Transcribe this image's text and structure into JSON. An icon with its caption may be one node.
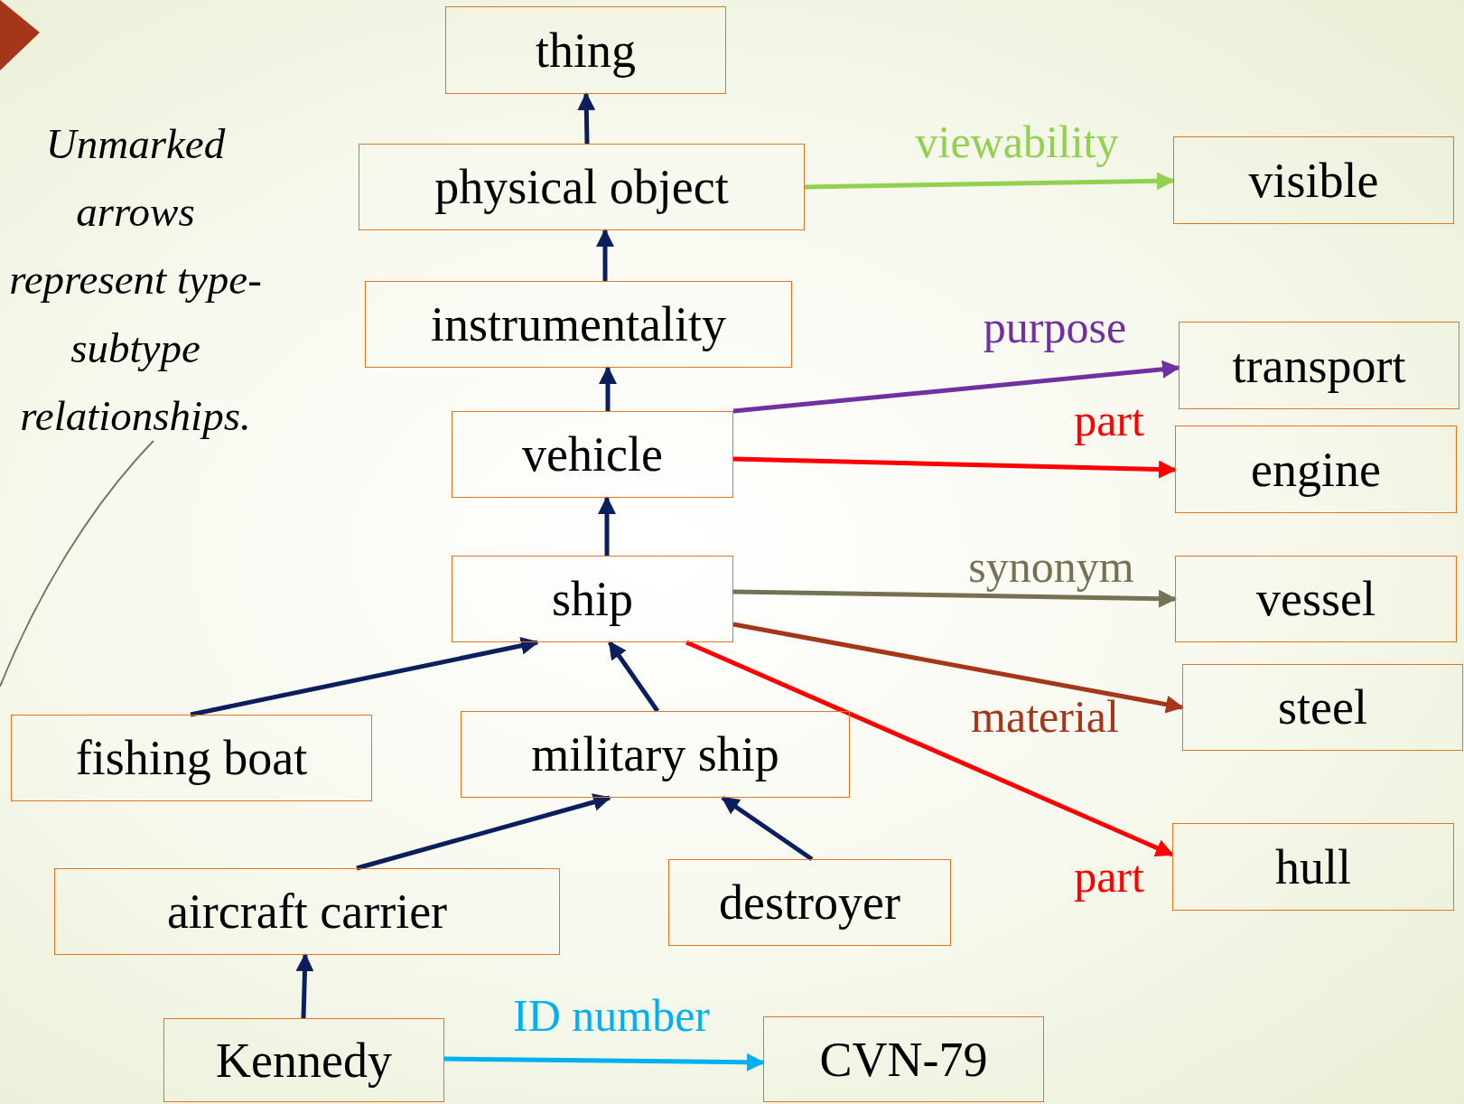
{
  "diagram": {
    "nodes": [
      {
        "text": [
          "thing"
        ]
      },
      {
        "text": [
          "physical object"
        ]
      },
      {
        "text": [
          "visible"
        ]
      },
      {
        "text": [
          "instrumentality"
        ]
      },
      {
        "text": [
          "transport"
        ]
      },
      {
        "text": [
          "vehicle"
        ]
      },
      {
        "text": [
          "engine"
        ]
      },
      {
        "text": [
          "ship"
        ]
      },
      {
        "text": [
          "vessel"
        ]
      },
      {
        "text": [
          "steel"
        ]
      },
      {
        "text": [
          "fishing boat"
        ]
      },
      {
        "text": [
          "military ship"
        ]
      },
      {
        "text": [
          "hull"
        ]
      },
      {
        "text": [
          "aircraft carrier"
        ]
      },
      {
        "text": [
          "destroyer"
        ]
      },
      {
        "text": [
          "Kennedy"
        ]
      },
      {
        "text": [
          "CVN-79"
        ]
      }
    ],
    "edges": [
      {
        "from": 1,
        "to": 0,
        "arrow": "to"
      },
      {
        "from": 1,
        "to": 2,
        "arrow": "to",
        "label": "viewability",
        "color": "#92d050"
      },
      {
        "from": 3,
        "to": 1,
        "arrow": "to"
      },
      {
        "from": 5,
        "to": 3,
        "arrow": "to"
      },
      {
        "from": 5,
        "to": 4,
        "arrow": "to",
        "label": "purpose",
        "color": "#7030a0"
      },
      {
        "from": 5,
        "to": 6,
        "arrow": "to",
        "label": "part",
        "color": "#ff0000"
      },
      {
        "from": 7,
        "to": 5,
        "arrow": "to"
      },
      {
        "from": 7,
        "to": 8,
        "arrow": "to",
        "label": "synonym",
        "color": "#767154"
      },
      {
        "from": 7,
        "to": 9,
        "arrow": "to",
        "label": "material",
        "color": "#a5361a"
      },
      {
        "from": 7,
        "to": 12,
        "arrow": "to",
        "label": "part",
        "color": "#ff0000"
      },
      {
        "from": 10,
        "to": 7,
        "arrow": "to"
      },
      {
        "from": 11,
        "to": 7,
        "arrow": "to"
      },
      {
        "from": 13,
        "to": 11,
        "arrow": "to"
      },
      {
        "from": 14,
        "to": 11,
        "arrow": "to"
      },
      {
        "from": 15,
        "to": 13,
        "arrow": "to"
      },
      {
        "from": 15,
        "to": 16,
        "arrow": "to",
        "label": "ID number",
        "color": "#00b0f0"
      }
    ],
    "labels": [
      "Unmarked arrows represent type-subtype relationships."
    ]
  }
}
